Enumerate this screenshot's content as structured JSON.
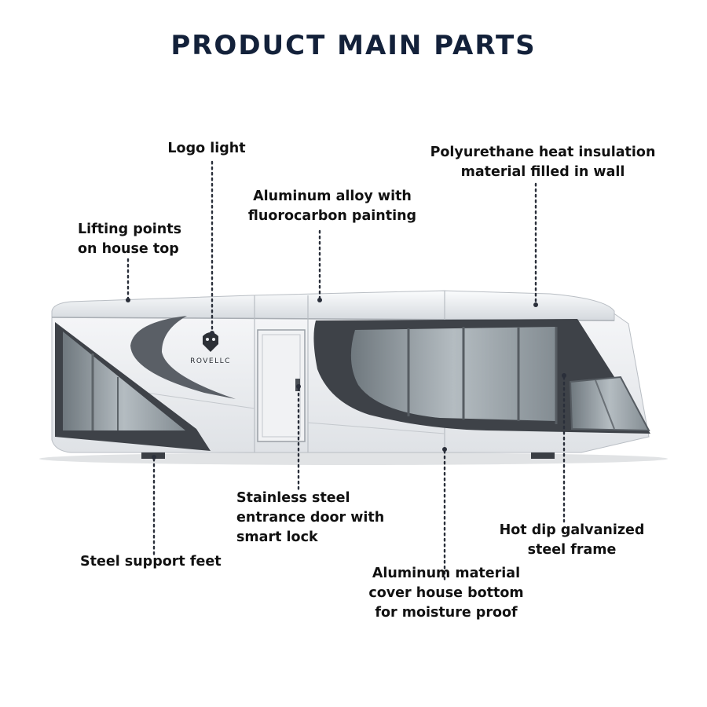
{
  "title": "PRODUCT MAIN PARTS",
  "brand": "ROVELLC",
  "colors": {
    "title": "#13213a",
    "body_panel": "#e9ebee",
    "trim_dark": "#3e4248",
    "glass": "#8f989e",
    "leader": "#2a2f3a"
  },
  "labels": {
    "logo_light": [
      "Logo light"
    ],
    "insulation": [
      "Polyurethane heat insulation",
      "material filled in wall"
    ],
    "aluminum_alloy": [
      "Aluminum alloy with",
      "fluorocarbon painting"
    ],
    "lifting_points": [
      "Lifting points",
      "on house top"
    ],
    "entrance_door": [
      "Stainless steel",
      "entrance door with",
      "smart lock"
    ],
    "steel_frame": [
      "Hot dip galvanized",
      "steel frame"
    ],
    "support_feet": [
      "Steel support feet"
    ],
    "bottom_cover": [
      "Aluminum material",
      "cover house bottom",
      "for moisture proof"
    ]
  }
}
